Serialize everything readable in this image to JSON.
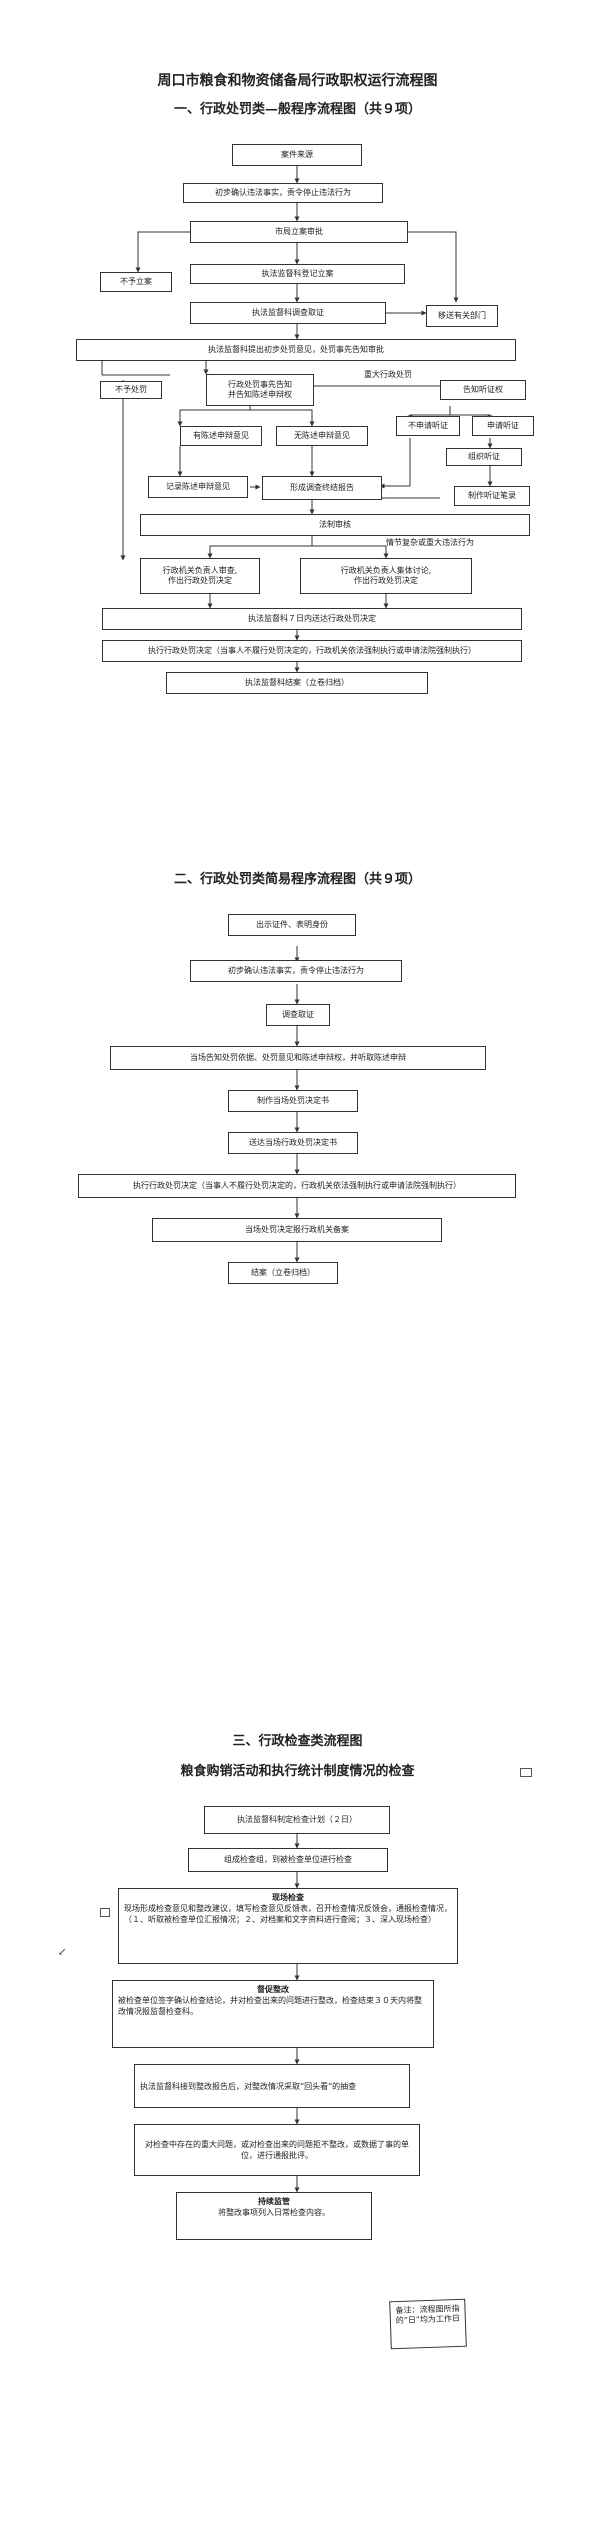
{
  "document_title": "周口市粮食和物资储备局行政职权运行流程图",
  "section1": {
    "heading": "一、行政处罚类—般程序流程图（共９项）",
    "nodes": {
      "case_source": "案件来源",
      "preliminary": "初步确认违法事实，责令停止违法行为",
      "bureau_review": "市局立案审批",
      "no_filing": "不予立案",
      "register": "执法监督科登记立案",
      "investigate": "执法监督科调查取证",
      "transfer": "移送有关部门",
      "preliminary_opinion": "执法监督科提出初步处罚意见，处罚事先告知审批",
      "no_penalty": "不予处罚",
      "notify_line1": "行政处罚事先告知",
      "notify_line2": "并告知陈述申辩权",
      "notify_hearing": "告知听证权",
      "no_hearing": "不申请听证",
      "apply_hearing": "申请听证",
      "has_defense": "有陈述申辩意见",
      "no_defense": "无陈述申辩意见",
      "organize_hearing": "组织听证",
      "record_defense": "记录陈述申辩意见",
      "form_report": "形成调查终结报告",
      "hearing_record": "制作听证笔录",
      "legal_review": "法制审核",
      "approve_line1": "行政机关负责人审查,",
      "approve_line2": "作出行政处罚决定",
      "collective_line1": "行政机关负责人集体讨论,",
      "collective_line2": "作出行政处罚决定",
      "deliver": "执法监督科７日内送达行政处罚决定",
      "execute": "执行行政处罚决定（当事人不履行处罚决定的，行政机关依法强制执行或申请法院强制执行）",
      "close_case": "执法监督科结案（立卷归档）"
    },
    "labels": {
      "major_case": "重大行政处罚",
      "complex_case": "情节复杂或重大违法行为"
    }
  },
  "section2": {
    "heading": "二、行政处罚类简易程序流程图（共９项）",
    "nodes": {
      "show_id": "出示证件、表明身份",
      "preliminary": "初步确认违法事实，责令停止违法行为",
      "investigate": "调查取证",
      "notify": "当场告知处罚依据、处罚意见和陈述申辩权，并听取陈述申辩",
      "make_decision": "制作当场处罚决定书",
      "deliver": "送达当场行政处罚决定书",
      "execute": "执行行政处罚决定（当事人不履行处罚决定的，行政机关依法强制执行或申请法院强制执行）",
      "report": "当场处罚决定报行政机关备案",
      "close_case": "结案（立卷归档）"
    }
  },
  "section3": {
    "heading": "三、行政检查类流程图",
    "subheading": "粮食购销活动和执行统计制度情况的检查",
    "nodes": {
      "plan": "执法监督科制定检查计划（２日）",
      "team": "组成检查组，到被检查单位进行检查",
      "site_title": "现场检查",
      "site_body": "现场形成检查意见和整改建议，填写检查意见反馈表，召开检查情况反馈会，通报检查情况，（１、听取被检查单位汇报情况；２、对档案和文字资料进行查阅；３、深入现场检查）",
      "rectify_title": "督促整改",
      "rectify_body": "被检查单位签字确认检查结论，并对检查出来的问题进行整改，检查结束３０天内将整改情况报监督检查科。",
      "review": "执法监督科接到整改报告后，对整改情况采取“回头看”的抽查",
      "report": "对检查中存在的重大问题，或对检查出来的问题拒不整改，或数据了事的单位，进行通报批评。",
      "oversight_title": "持续监管",
      "oversight_body": "将整改事项列入日常检查内容。"
    },
    "note": "备注：流程图所指的“日”均为工作日"
  }
}
